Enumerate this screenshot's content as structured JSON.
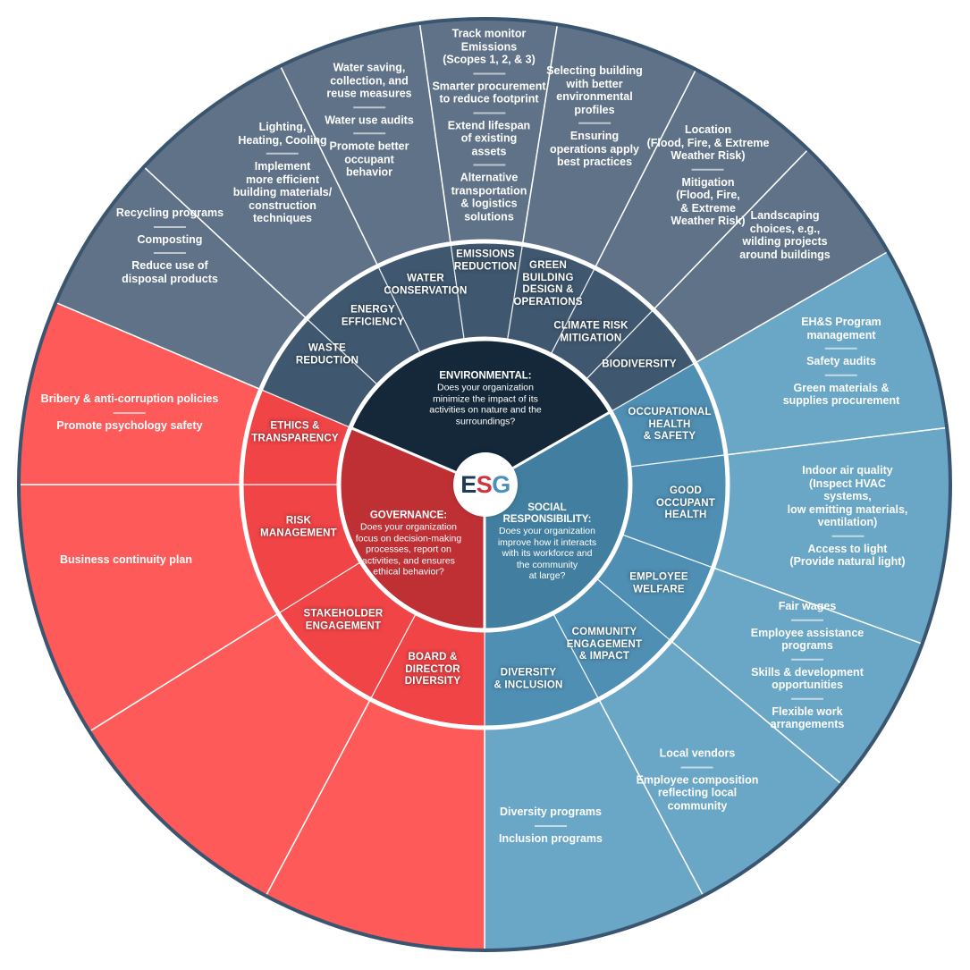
{
  "center": {
    "letters": [
      {
        "char": "E",
        "color": "#1c3a57"
      },
      {
        "char": "S",
        "color": "#d0343a"
      },
      {
        "char": "G",
        "color": "#4a90b8"
      }
    ]
  },
  "colors": {
    "env_outer": "#5f7287",
    "env_mid": "#3f5870",
    "env_core": "#14283a",
    "soc_outer": "#6aa6c6",
    "soc_mid": "#4f8fb4",
    "soc_core": "#427e9f",
    "gov_outer": "#fd5a59",
    "gov_mid": "#f04447",
    "gov_core": "#bf3035",
    "ring_border": "#3a5570"
  },
  "pillars": {
    "environmental": {
      "title": "ENVIRONMENTAL:",
      "question": "Does your organization\nminimize the impact of its\nactivities on nature and the\nsurroundings?"
    },
    "social": {
      "title": "SOCIAL\nRESPONSIBILITY:",
      "question": "Does your organization\nimprove how it interacts\nwith its workforce and\nthe community\nat large?"
    },
    "governance": {
      "title": "GOVERNANCE:",
      "question": "Does your organization\nfocus on decision-making\nprocesses, report on\nactivities, and ensures\nethical behavior?"
    }
  },
  "categories": {
    "waste_reduction": "WASTE\nREDUCTION",
    "energy_efficiency": "ENERGY\nEFFICIENCY",
    "water_conservation": "WATER\nCONSERVATION",
    "emissions_reduction": "EMISSIONS\nREDUCTION",
    "green_building": "GREEN\nBUILDING\nDESIGN &\nOPERATIONS",
    "climate_risk": "CLIMATE RISK\nMITIGATION",
    "biodiversity": "BIODIVERSITY",
    "occupational_health": "OCCUPATIONAL\nHEALTH\n& SAFETY",
    "good_occupant_health": "GOOD\nOCCUPANT\nHEALTH",
    "employee_welfare": "EMPLOYEE\nWELFARE",
    "community_engagement": "COMMUNITY\nENGAGEMENT\n& IMPACT",
    "diversity_inclusion": "DIVERSITY\n& INCLUSION",
    "board_diversity": "BOARD &\nDIRECTOR\nDIVERSITY",
    "stakeholder_engagement": "STAKEHOLDER\nENGAGEMENT",
    "risk_management": "RISK\nMANAGEMENT",
    "ethics_transparency": "ETHICS &\nTRANSPARENCY"
  },
  "practices": {
    "waste_reduction": [
      "Recycling programs",
      "Composting",
      "Reduce use of\ndisposal products"
    ],
    "energy_efficiency": [
      "Lighting,\nHeating, Cooling",
      "Implement\nmore efficient\nbuilding materials/\nconstruction\ntechniques"
    ],
    "water_conservation": [
      "Water saving,\ncollection, and\nreuse measures",
      "Water use audits",
      "Promote better\noccupant\nbehavior"
    ],
    "emissions_reduction": [
      "Track monitor\nEmissions\n(Scopes 1, 2, & 3)",
      "Smarter procurement\nto reduce footprint",
      "Extend lifespan\nof existing\nassets",
      "Alternative\ntransportation\n& logistics\nsolutions"
    ],
    "green_building": [
      "Selecting building\nwith better\nenvironmental\nprofiles",
      "Ensuring\noperations apply\nbest practices"
    ],
    "climate_risk": [
      "Location\n(Flood, Fire, & Extreme\nWeather Risk)",
      "Mitigation\n(Flood, Fire,\n& Extreme\nWeather Risk)"
    ],
    "biodiversity": [
      "Landscaping\nchoices, e.g.,\nwilding projects\naround buildings"
    ],
    "occupational_health": [
      "EH&S Program\nmanagement",
      "Safety audits",
      "Green materials &\nsupplies procurement"
    ],
    "good_occupant_health": [
      "Indoor air quality\n(Inspect HVAC systems,\nlow emitting materials,\nventilation)",
      "Access to light\n(Provide natural light)"
    ],
    "employee_welfare": [
      "Fair wages",
      "Employee assistance programs",
      "Skills & development opportunities",
      "Flexible work\narrangements"
    ],
    "community_engagement": [
      "Local vendors",
      "Employee composition\nreflecting local\ncommunity"
    ],
    "diversity_inclusion": [
      "Diversity programs",
      "Inclusion programs"
    ],
    "ethics_transparency": [
      "Bribery & anti-corruption policies",
      "Promote psychology safety"
    ],
    "risk_management": [
      "Business continuity plan"
    ]
  }
}
